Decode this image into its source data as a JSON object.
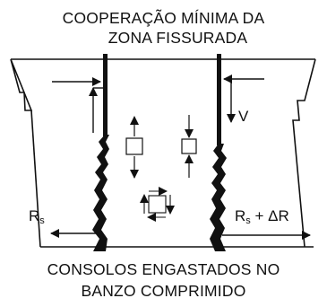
{
  "header": {
    "line1": "COOPERAÇÃO MÍNIMA DA",
    "line2": "ZONA FISSURADA"
  },
  "footer": {
    "line1": "CONSOLOS ENGASTADOS NO",
    "line2": "BANZO COMPRIMIDO"
  },
  "labels": {
    "shear": "V",
    "rs_left_main": "R",
    "rs_left_sub": "s",
    "rs_right_main": "R",
    "rs_right_sub": "s",
    "rs_right_suffix": " + ΔR"
  }
}
